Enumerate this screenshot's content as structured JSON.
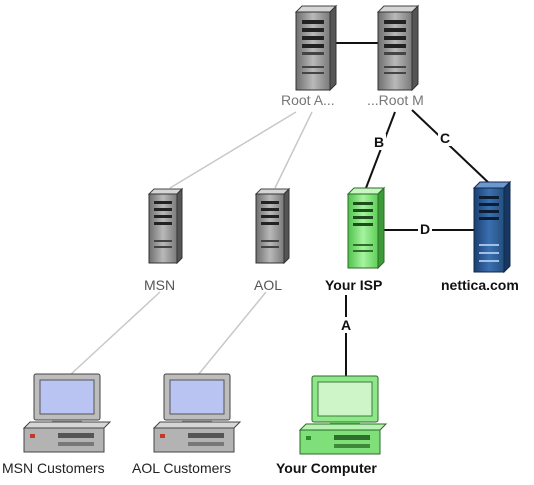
{
  "nodes": {
    "root_a": {
      "label": "Root A..."
    },
    "root_m": {
      "label": "...Root M"
    },
    "msn": {
      "label": "MSN"
    },
    "aol": {
      "label": "AOL"
    },
    "your_isp": {
      "label": "Your ISP"
    },
    "nettica": {
      "label": "nettica.com"
    },
    "msn_customers": {
      "label": "MSN Customers"
    },
    "aol_customers": {
      "label": "AOL Customers"
    },
    "your_computer": {
      "label": "Your Computer"
    }
  },
  "edges": {
    "a": "A",
    "b": "B",
    "c": "C",
    "d": "D"
  },
  "colors": {
    "server_gray": "#8a8a8a",
    "server_green": "#7fe07a",
    "server_blue": "#2f5f9a",
    "line_gray": "#c8c8c8",
    "line_dark": "#111111"
  }
}
